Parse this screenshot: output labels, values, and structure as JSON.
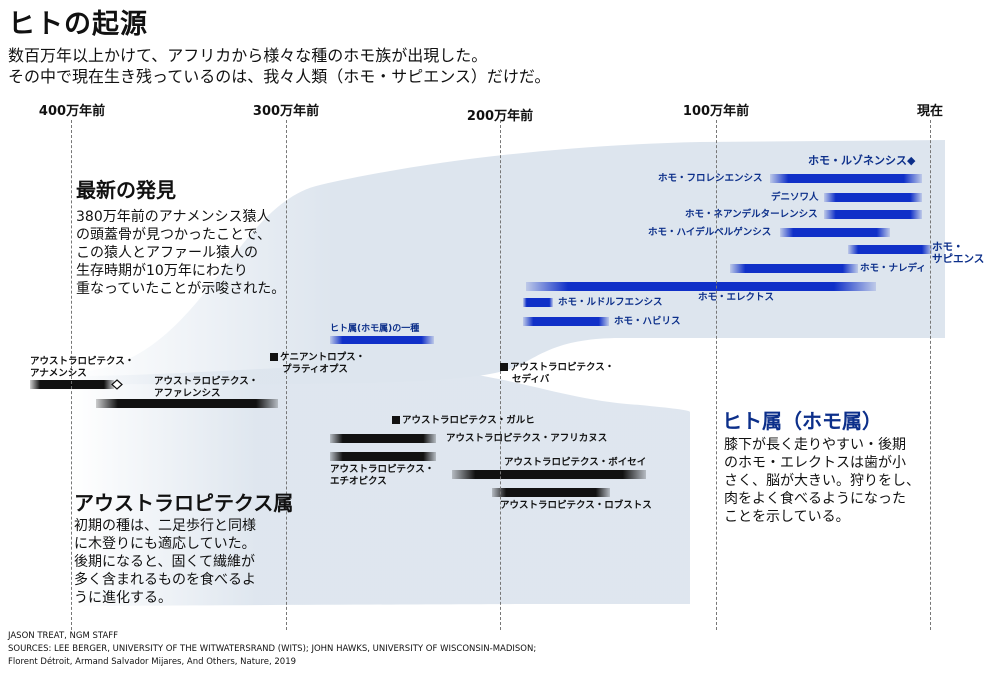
{
  "header": {
    "title": "ヒトの起源",
    "subtitle_line1": "数百万年以上かけて、アフリカから様々な種のホモ族が出現した。",
    "subtitle_line2": "その中で現在生き残っているのは、我々人類（ホモ・サピエンス）だけだ。"
  },
  "axis": {
    "ticks": [
      "400万年前",
      "300万年前",
      "200万年前",
      "100万年前",
      "現在"
    ]
  },
  "species": {
    "h_luzonensis": "ホモ・ルゾネンシス◆",
    "h_floresiensis": "ホモ・フロレシエンシス",
    "denisovan": "デニソワ人",
    "h_neanderthalensis": "ホモ・ネアンデルターレンシス",
    "h_heidelbergensis": "ホモ・ハイデルベルゲンシス",
    "h_sapiens_1": "ホモ・",
    "h_sapiens_2": "サピエンス",
    "h_naledi": "ホモ・ナレディ",
    "h_erectus": "ホモ・エレクトス",
    "h_rudolfensis": "ホモ・ルドルフエンシス",
    "h_habilis": "ホモ・ハビリス",
    "homo_unknown": "ヒト属(ホモ属)の一種",
    "a_anamensis_1": "アウストラロピテクス・",
    "a_anamensis_2": "アナメンシス",
    "a_afarensis_1": "アウストラロピテクス・",
    "a_afarensis_2": "アファレンシス",
    "k_platyops_1": "ケニアントロプス・",
    "k_platyops_2": "プラティオプス",
    "a_sediba_1": "アウストラロピテクス・",
    "a_sediba_2": "セディバ",
    "a_garhi": "アウストラロピテクス・ガルヒ",
    "a_africanus": "アウストラロピテクス・アフリカヌス",
    "a_aethiopicus_1": "アウストラロピテクス・",
    "a_aethiopicus_2": "エチオピクス",
    "a_boisei": "アウストラロピテクス・ボイセイ",
    "a_robustus": "アウストラロピテクス・ロブストス"
  },
  "sections": {
    "discovery_title": "最新の発見",
    "discovery_lines": [
      "380万年前のアナメンシス猿人",
      "の頭蓋骨が見つかったことで、",
      "この猿人とアファール猿人の",
      "生存時期が10万年にわたり",
      "重なっていたことが示唆された。"
    ],
    "homo_title": "ヒト属（ホモ属）",
    "homo_lines": [
      "膝下が長く走りやすい・後期",
      "のホモ・エレクトスは歯が小",
      "さく、脳が大きい。狩りをし、",
      "肉をよく食べるようになった",
      "ことを示している。"
    ],
    "australo_title": "アウストラロピテクス属",
    "australo_lines": [
      "初期の種は、二足歩行と同様",
      "に木登りにも適応していた。",
      "後期になると、固くて繊維が",
      "多く含まれるものを食べるよ",
      "うに進化する。"
    ]
  },
  "credits": {
    "line1": "JASON TREAT, NGM STAFF",
    "line2": "SOURCES: LEE BERGER, UNIVERSITY OF THE WITWATERSRAND (WITS); JOHN HAWKS, UNIVERSITY OF WISCONSIN-MADISON;",
    "line3": "Florent Détroit, Armand Salvador Mijares, And Others, Nature, 2019"
  },
  "colors": {
    "homo_bar": "#1030c8",
    "australo_bar": "#111111",
    "homo_text": "#0c2f8a",
    "band": "#dde5ee"
  }
}
